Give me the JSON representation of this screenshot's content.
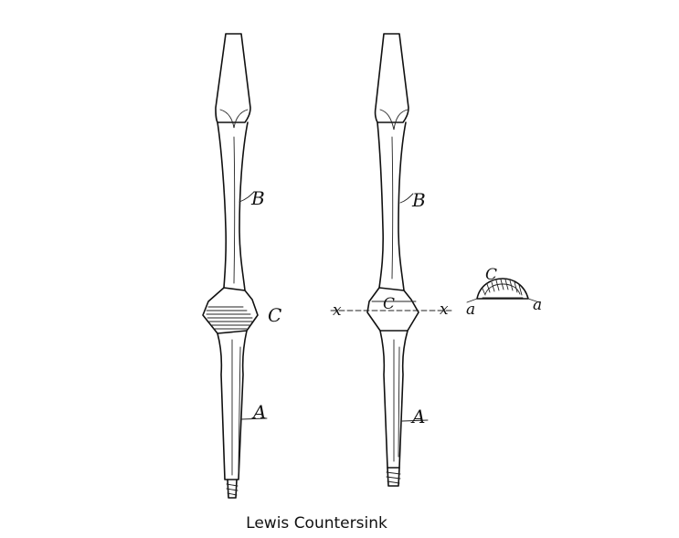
{
  "caption": "Lewis Countersink",
  "labels": {
    "fig1_b": "B",
    "fig1_c": "C",
    "fig1_a": "A",
    "fig2_b": "B",
    "fig2_c": "C",
    "fig2_a": "A",
    "fig2_x_left": "x",
    "fig2_x_right": "x",
    "section_c": "C",
    "section_a_left": "a",
    "section_a_right": "a"
  }
}
